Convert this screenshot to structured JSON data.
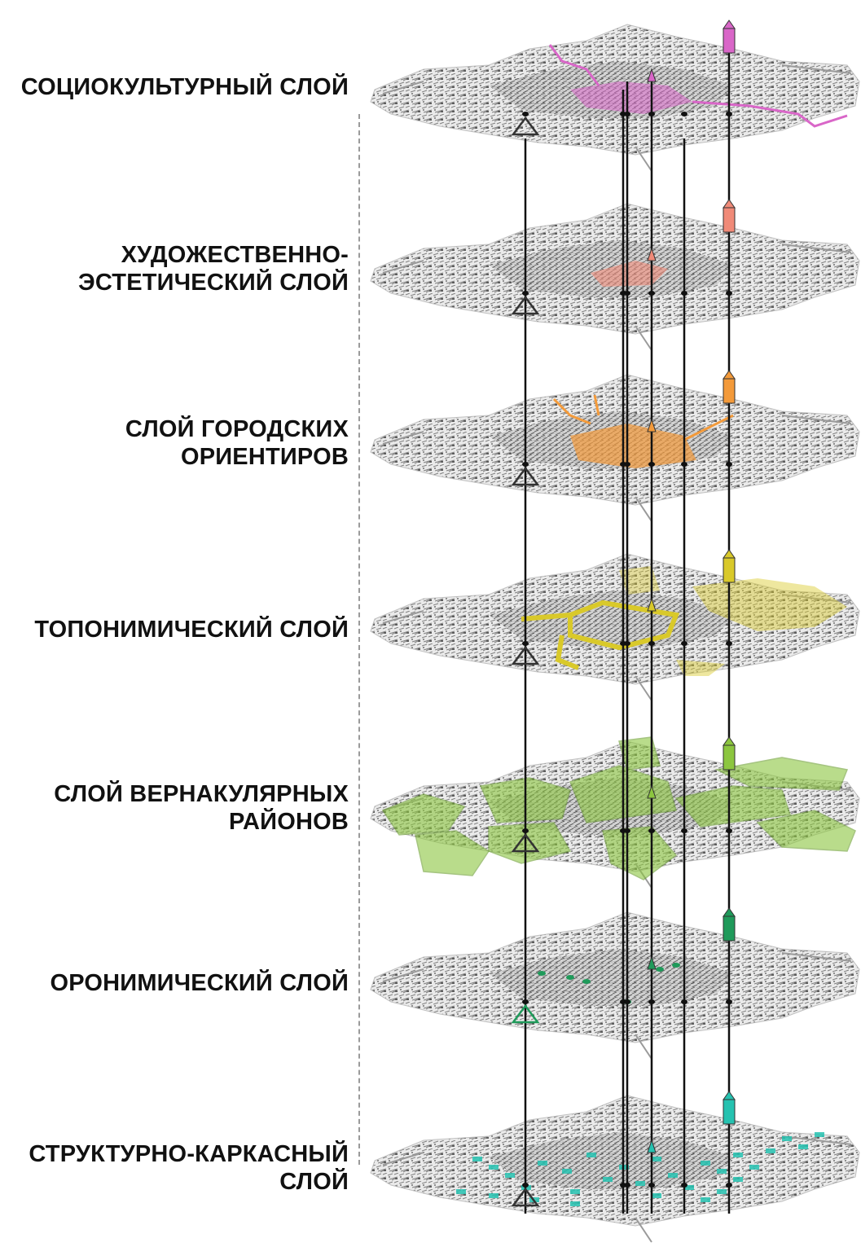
{
  "layers": [
    {
      "id": "sociocultural",
      "lines": [
        "СОЦИОКУЛЬТУРНЫЙ СЛОЙ"
      ],
      "color": "#d966c8"
    },
    {
      "id": "artistic",
      "lines": [
        "ХУДОЖЕСТВЕННО-",
        "ЭСТЕТИЧЕСКИЙ СЛОЙ"
      ],
      "color": "#f08a78"
    },
    {
      "id": "landmarks",
      "lines": [
        "СЛОЙ ГОРОДСКИХ",
        "ОРИЕНТИРОВ"
      ],
      "color": "#f39a3a"
    },
    {
      "id": "toponymic",
      "lines": [
        "ТОПОНИМИЧЕСКИЙ СЛОЙ"
      ],
      "color": "#d9c92a"
    },
    {
      "id": "vernacular",
      "lines": [
        "СЛОЙ ВЕРНАКУЛЯРНЫХ",
        "РАЙОНОВ"
      ],
      "color": "#8cc63f"
    },
    {
      "id": "oronymic",
      "lines": [
        "ОРОНИМИЧЕСКИЙ СЛОЙ"
      ],
      "color": "#1f9a5a"
    },
    {
      "id": "structural",
      "lines": [
        "СТРУКТУРНО-КАРКАСНЫЙ",
        "СЛОЙ"
      ],
      "color": "#25c2b0"
    }
  ]
}
